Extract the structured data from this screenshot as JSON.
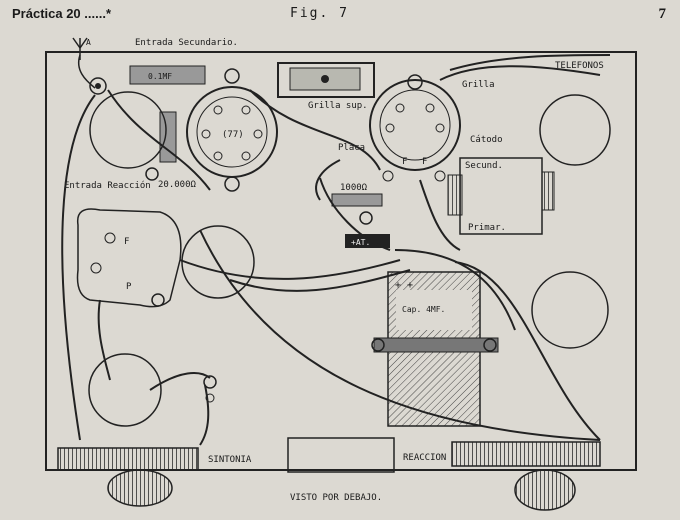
{
  "header": {
    "practice": "Práctica 20 ......*",
    "figure": "Fig. 7",
    "page_number": "7"
  },
  "labels": {
    "antenna": "A",
    "entrada_secundario": "Entrada Secundario.",
    "resistor_value": "0.1MF",
    "grilla_sup": "Grilla sup.",
    "grilla": "Grilla",
    "telefonos": "TELEFONOS",
    "tube_77": "(77)",
    "catodo": "Cátodo",
    "placa": "Placa",
    "f1": "F",
    "f2": "F",
    "secund": "Secund.",
    "primar": "Primar.",
    "r20000": "20.000Ω",
    "entrada_reaccion": "Entrada\nReacción",
    "p": "P",
    "f3": "F",
    "r1000": "1000Ω",
    "plus_at": "+AT.",
    "plus_plus": "+ +",
    "cap_label": "Cap. 4MF.",
    "sintonia": "SINTONIA",
    "reaccion": "REACCION",
    "visto": "VISTO POR DEBAJO."
  }
}
